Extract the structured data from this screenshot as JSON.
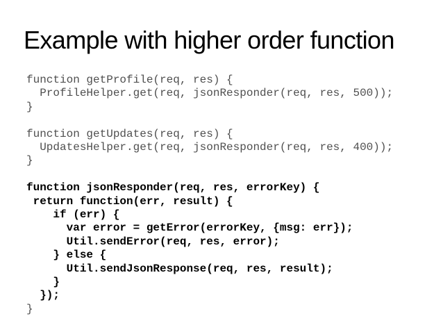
{
  "slide": {
    "title": "Example with higher order function",
    "colors": {
      "background": "#ffffff",
      "title": "#000000",
      "code_regular": "#4f4f4f",
      "code_bold": "#000000"
    },
    "code": {
      "language": "javascript",
      "lines": [
        {
          "text": "function getProfile(req, res) {",
          "bold": false
        },
        {
          "text": "  ProfileHelper.get(req, jsonResponder(req, res, 500));",
          "bold": false
        },
        {
          "text": "}",
          "bold": false
        },
        {
          "text": "",
          "bold": false
        },
        {
          "text": "function getUpdates(req, res) {",
          "bold": false
        },
        {
          "text": "  UpdatesHelper.get(req, jsonResponder(req, res, 400));",
          "bold": false
        },
        {
          "text": "}",
          "bold": false
        },
        {
          "text": "",
          "bold": false
        },
        {
          "text": "function jsonResponder(req, res, errorKey) {",
          "bold": true
        },
        {
          "text": " return function(err, result) {",
          "bold": true
        },
        {
          "text": "    if (err) {",
          "bold": true
        },
        {
          "text": "      var error = getError(errorKey, {msg: err});",
          "bold": true
        },
        {
          "text": "      Util.sendError(req, res, error);",
          "bold": true
        },
        {
          "text": "    } else {",
          "bold": true
        },
        {
          "text": "      Util.sendJsonResponse(req, res, result);",
          "bold": true
        },
        {
          "text": "    }",
          "bold": true
        },
        {
          "text": "  });",
          "bold": true
        },
        {
          "text": "}",
          "bold": false
        }
      ]
    }
  }
}
